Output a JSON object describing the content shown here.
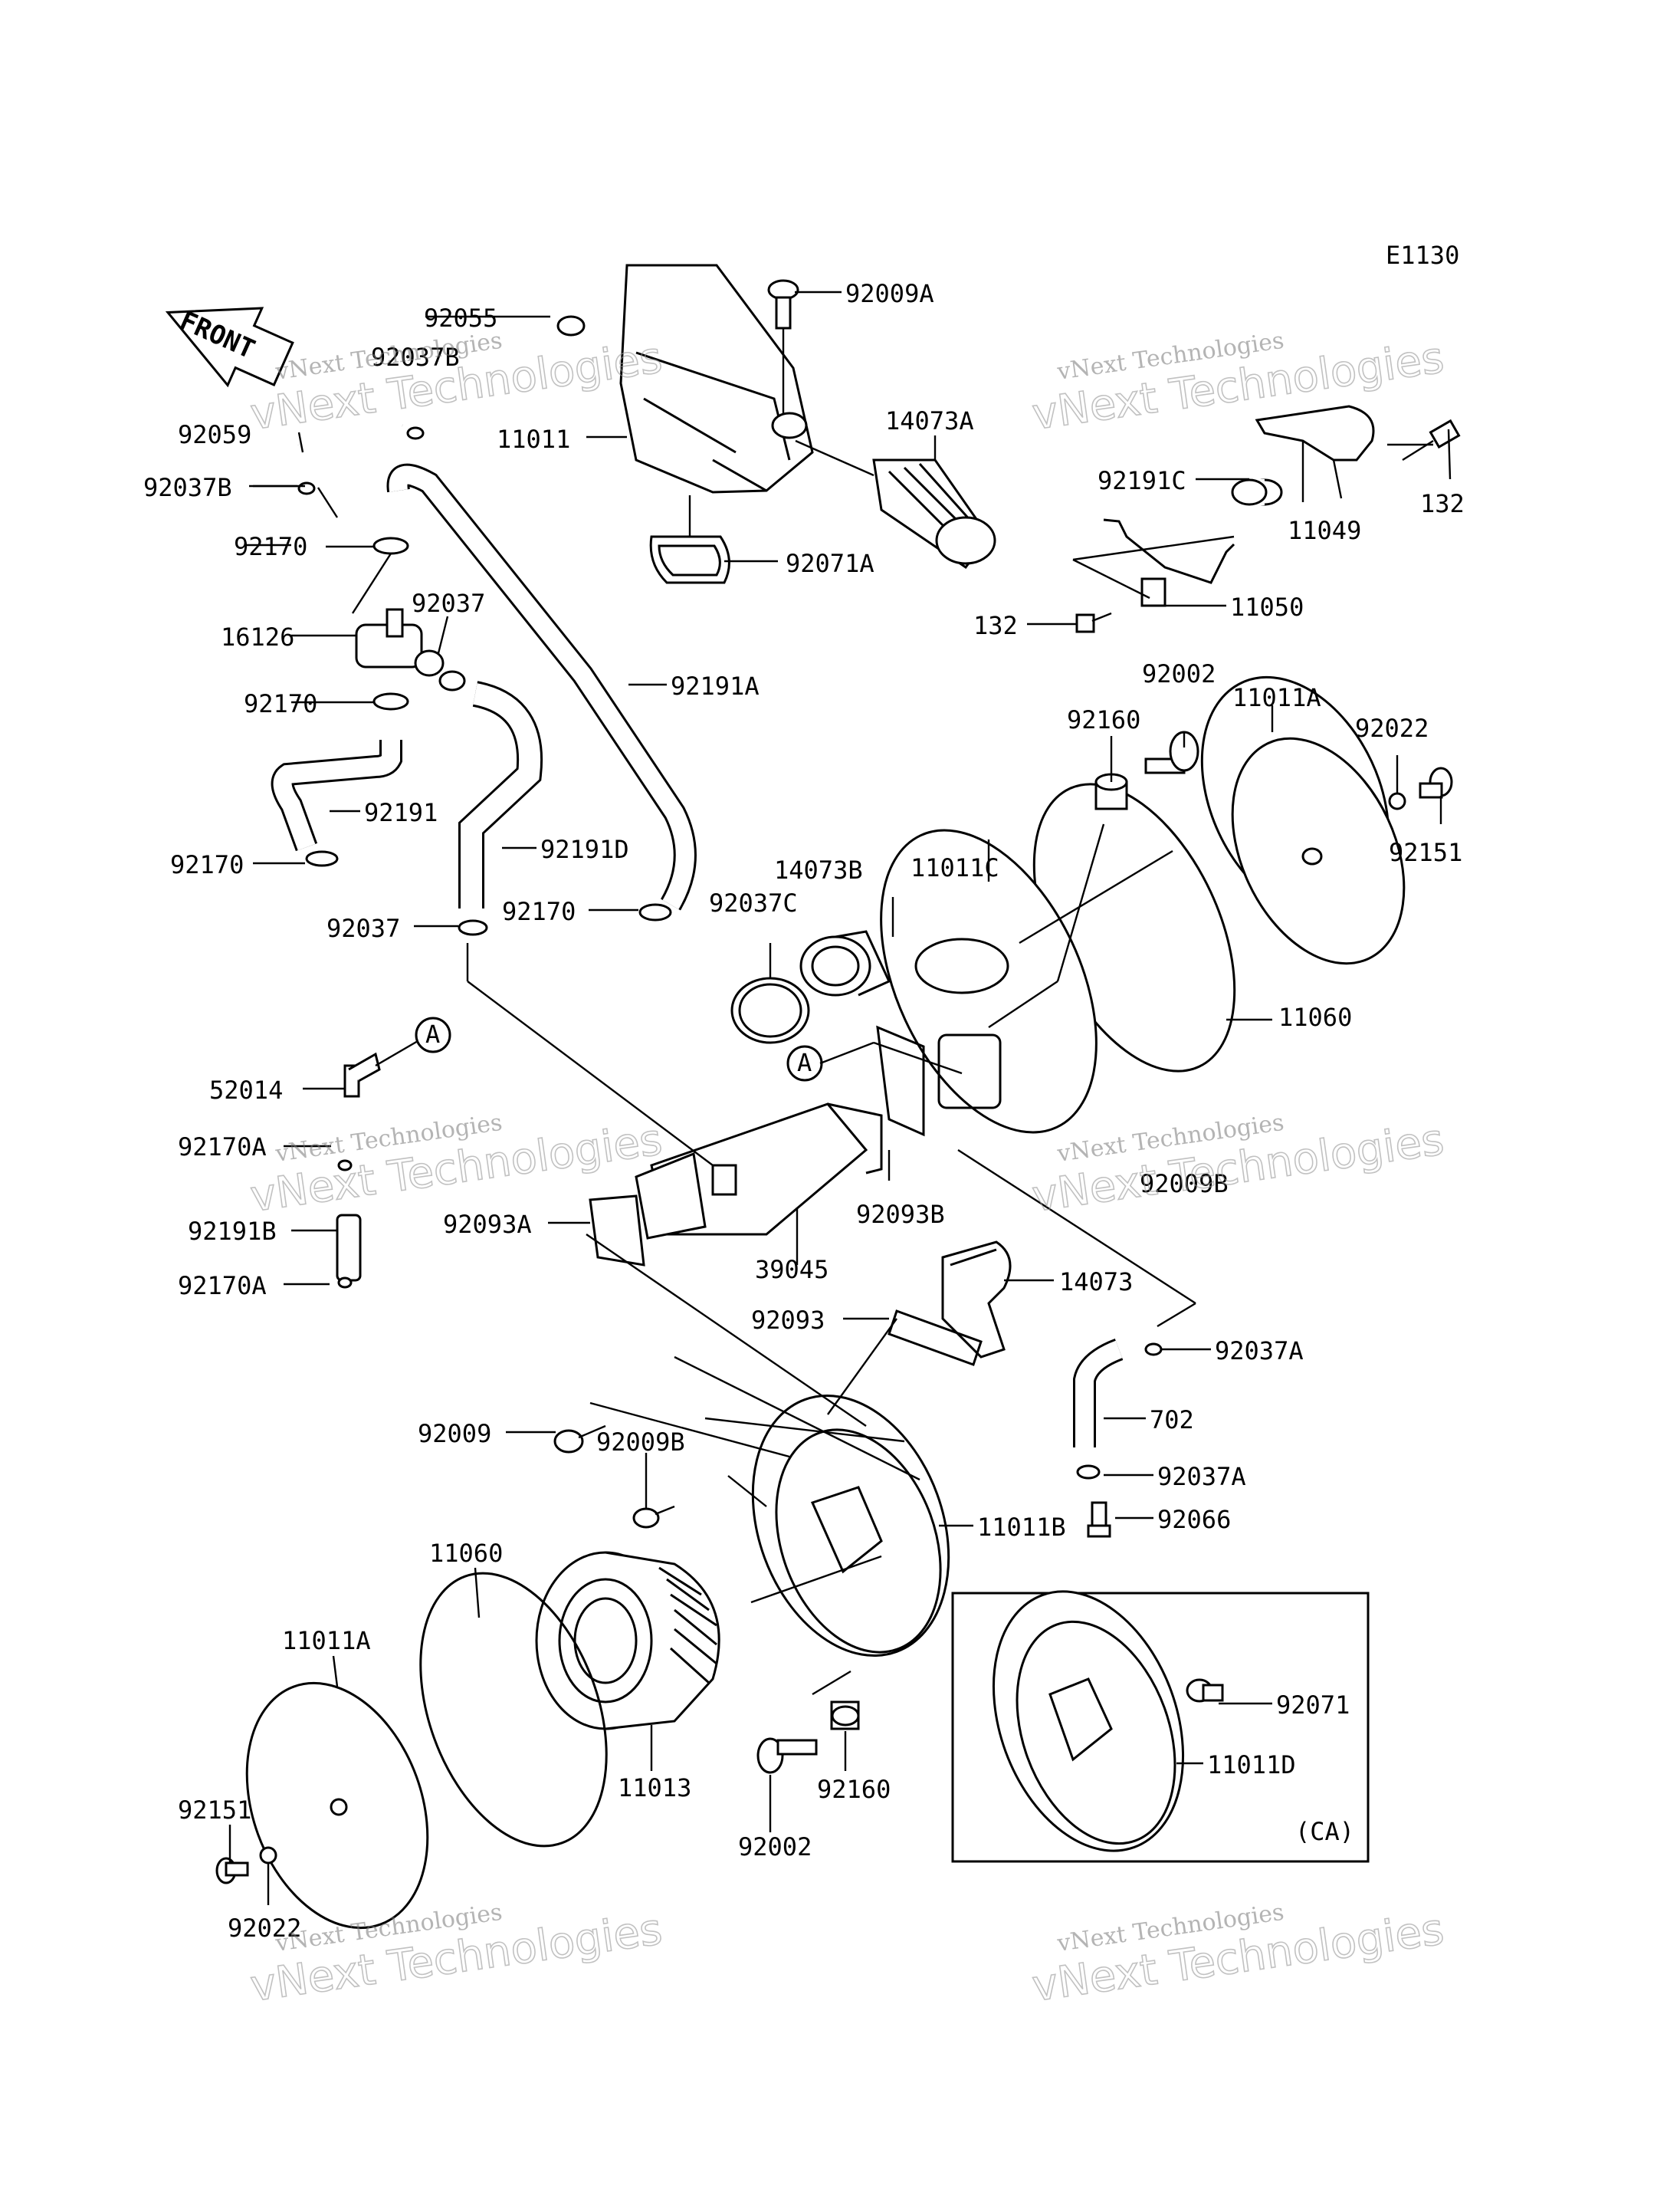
{
  "diagram_code": "E1130",
  "front_arrow_text": "FRONT",
  "ref_a": "A",
  "variant_box_label": "(CA)",
  "watermark": {
    "line1": "vNext Technologies",
    "line2": "vNext Technologies"
  },
  "labels": {
    "p92055": "92055",
    "p92009A": "92009A",
    "p92037B_top": "92037B",
    "p92059": "92059",
    "p11011": "11011",
    "p14073A": "14073A",
    "p92037B_left": "92037B",
    "p92071A": "92071A",
    "p92170_1": "92170",
    "p16126": "16126",
    "p92037_1": "92037",
    "p92191A": "92191A",
    "p92170_2": "92170",
    "p92191": "92191",
    "p92191D": "92191D",
    "p92170_3": "92170",
    "p92170_4": "92170",
    "p92037_2": "92037",
    "p92191C": "92191C",
    "p11049": "11049",
    "p132_r": "132",
    "p132_l": "132",
    "p11050": "11050",
    "p92002_top": "92002",
    "p11011A_top": "11011A",
    "p92160_top": "92160",
    "p92022_top": "92022",
    "p92151_top": "92151",
    "p14073B": "14073B",
    "p11011C": "11011C",
    "p92037C": "92037C",
    "p11060_top": "11060",
    "p52014": "52014",
    "p92170A_1": "92170A",
    "p92009B_mid": "92009B",
    "p92093B": "92093B",
    "p92191B": "92191B",
    "p92093A": "92093A",
    "p39045": "39045",
    "p92170A_2": "92170A",
    "p14073": "14073",
    "p92093": "92093",
    "p92037A_1": "92037A",
    "p702": "702",
    "p92009": "92009",
    "p92009B_low": "92009B",
    "p92037A_2": "92037A",
    "p92066": "92066",
    "p11011B": "11011B",
    "p11060_low": "11060",
    "p11011A_low": "11011A",
    "p92071": "92071",
    "p11011D": "11011D",
    "p11013": "11013",
    "p92151_low": "92151",
    "p92160_low": "92160",
    "p92002_low": "92002",
    "p92022_low": "92022"
  }
}
